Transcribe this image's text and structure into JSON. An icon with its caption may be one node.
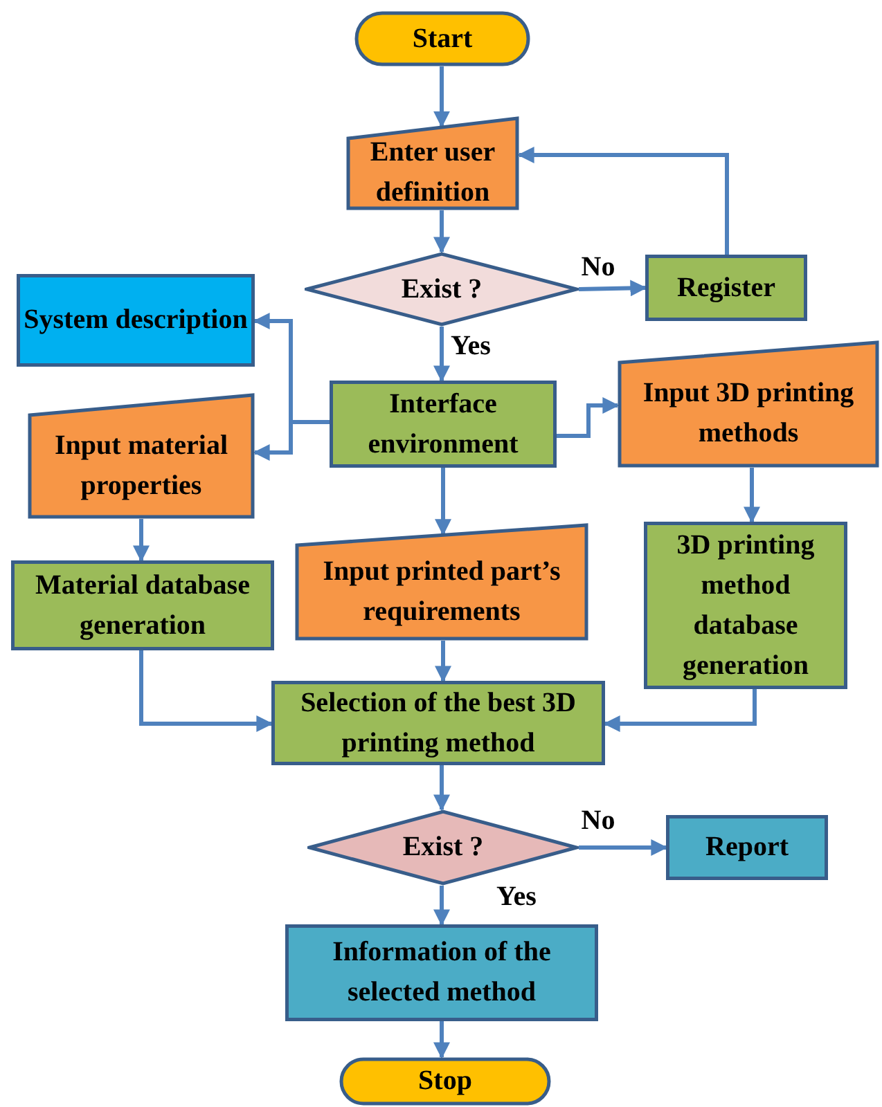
{
  "diagram": {
    "nodes": [
      {
        "text": [
          "Start"
        ]
      },
      {
        "text": [
          "Enter user definition"
        ]
      },
      {
        "text": [
          "Exist ?"
        ]
      },
      {
        "text": [
          "Register"
        ]
      },
      {
        "text": [
          "System description"
        ]
      },
      {
        "text": [
          "Interface environment"
        ]
      },
      {
        "text": [
          "Input 3D printing methods"
        ]
      },
      {
        "text": [
          "Input material properties"
        ]
      },
      {
        "text": [
          "Material database generation"
        ]
      },
      {
        "text": [
          "Input printed part’s requirements"
        ]
      },
      {
        "text": [
          "3D printing method database generation"
        ]
      },
      {
        "text": [
          "Selection of the best 3D printing method"
        ]
      },
      {
        "text": [
          "Exist ?"
        ]
      },
      {
        "text": [
          "Report"
        ]
      },
      {
        "text": [
          "Information of the selected method"
        ]
      },
      {
        "text": [
          "Stop"
        ]
      }
    ],
    "edges": [
      {
        "from": 0,
        "to": 1,
        "arrow": "to"
      },
      {
        "from": 1,
        "to": 2,
        "arrow": "to"
      },
      {
        "from": 2,
        "to": 3,
        "arrow": "to",
        "label": "No"
      },
      {
        "from": 3,
        "to": 1,
        "arrow": "to"
      },
      {
        "from": 2,
        "to": 5,
        "arrow": "to",
        "label": "Yes"
      },
      {
        "from": 5,
        "to": 4,
        "arrow": "to"
      },
      {
        "from": 5,
        "to": 7,
        "arrow": "to"
      },
      {
        "from": 5,
        "to": 6,
        "arrow": "to"
      },
      {
        "from": 5,
        "to": 9,
        "arrow": "to"
      },
      {
        "from": 6,
        "to": 10,
        "arrow": "to"
      },
      {
        "from": 7,
        "to": 8,
        "arrow": "to"
      },
      {
        "from": 8,
        "to": 11,
        "arrow": "to"
      },
      {
        "from": 9,
        "to": 11,
        "arrow": "to"
      },
      {
        "from": 10,
        "to": 11,
        "arrow": "to"
      },
      {
        "from": 11,
        "to": 12,
        "arrow": "to"
      },
      {
        "from": 12,
        "to": 13,
        "arrow": "to",
        "label": "No"
      },
      {
        "from": 12,
        "to": 14,
        "arrow": "to",
        "label": "Yes"
      },
      {
        "from": 14,
        "to": 15,
        "arrow": "to"
      }
    ]
  }
}
